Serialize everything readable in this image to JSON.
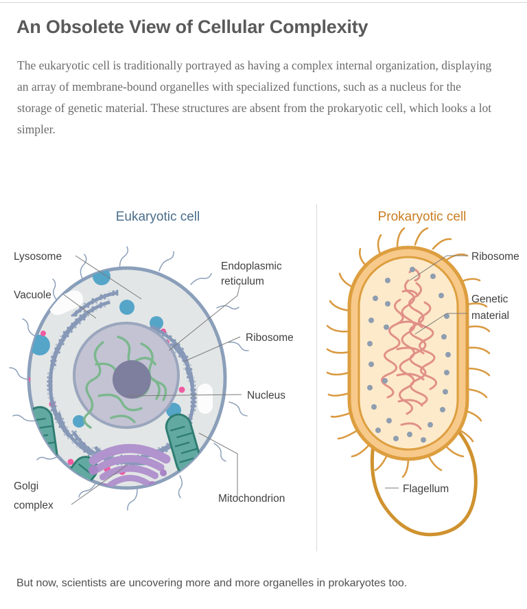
{
  "page": {
    "title": "An Obsolete View of Cellular Complexity",
    "intro": "The eukaryotic cell is traditionally portrayed as having a complex internal organization, displaying an array of membrane-bound organelles with specialized functions, such as a nucleus for the storage of genetic material. These structures are absent from the prokaryotic cell, which looks a lot simpler.",
    "footer": "But now, scientists are uncovering more and more organelles in prokaryotes too."
  },
  "panels": {
    "eukaryotic": {
      "title": "Eukaryotic cell",
      "title_color": "#4a6d8c",
      "labels": [
        {
          "id": "lysosome",
          "text": "Lysosome"
        },
        {
          "id": "vacuole",
          "text": "Vacuole"
        },
        {
          "id": "endoplasmic-reticulum",
          "line1": "Endoplasmic",
          "line2": "reticulum"
        },
        {
          "id": "ribosome",
          "text": "Ribosome"
        },
        {
          "id": "nucleus",
          "text": "Nucleus"
        },
        {
          "id": "mitochondrion",
          "text": "Mitochondrion"
        },
        {
          "id": "golgi-complex",
          "line1": "Golgi",
          "line2": "complex"
        }
      ],
      "colors": {
        "membrane_stroke": "#8b9fba",
        "cytoplasm": "#e2e6e6",
        "nucleus_fill": "#c3c3d4",
        "nucleus_stroke": "#9aa6bd",
        "nucleolus": "#7e7f9e",
        "chromatin": "#7cb78d",
        "lysosome": "#5ba6c8",
        "vacuole": "#fbfbfb",
        "mitochondrion": "#4f9b95",
        "golgi": "#b193cd",
        "er": "#8496b6",
        "pink_vesicle": "#ef5ba1"
      }
    },
    "prokaryotic": {
      "title": "Prokaryotic cell",
      "title_color": "#c97d20",
      "labels": [
        {
          "id": "ribosome",
          "text": "Ribosome"
        },
        {
          "id": "genetic-material",
          "line1": "Genetic",
          "line2": "material"
        },
        {
          "id": "flagellum",
          "text": "Flagellum"
        }
      ],
      "colors": {
        "wall_outer": "#dd9e3f",
        "wall_inner": "#f7c98a",
        "cytoplasm": "#fdeaca",
        "dna": "#e09088",
        "ribosome": "#8e9db0",
        "pili": "#d99a41",
        "flagellum": "#cf922f"
      }
    }
  }
}
